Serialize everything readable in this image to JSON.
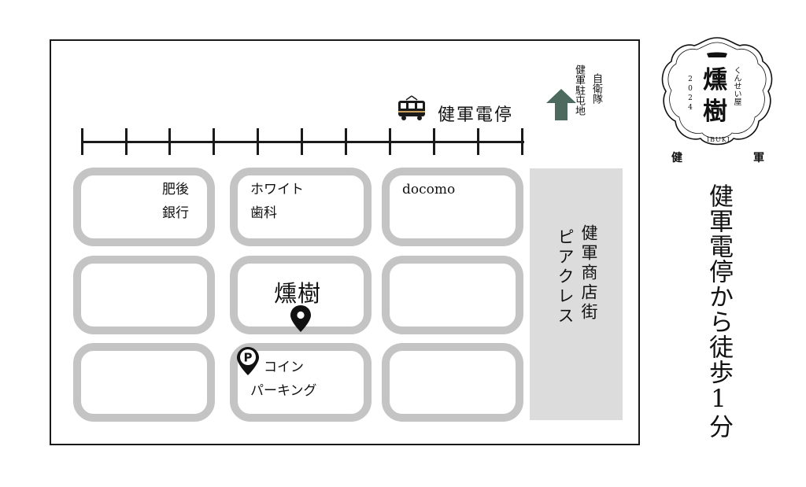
{
  "map": {
    "tram_stop": "健軍電停",
    "kengun_base": "健軍駐屯地",
    "sdf": "自衛隊",
    "blocks": [
      {
        "row": 1,
        "col": 1,
        "label_line1": "肥後",
        "label_line2": "銀行"
      },
      {
        "row": 1,
        "col": 2,
        "label_line1": "ホワイト",
        "label_line2": "歯科"
      },
      {
        "row": 1,
        "col": 3,
        "label_line1": "docomo",
        "label_line2": ""
      },
      {
        "row": 2,
        "col": 1,
        "label_line1": "",
        "label_line2": ""
      },
      {
        "row": 2,
        "col": 2,
        "label_line1": "",
        "label_line2": ""
      },
      {
        "row": 2,
        "col": 3,
        "label_line1": "",
        "label_line2": ""
      },
      {
        "row": 3,
        "col": 1,
        "label_line1": "",
        "label_line2": ""
      },
      {
        "row": 3,
        "col": 2,
        "label_line1": "",
        "label_line2": ""
      },
      {
        "row": 3,
        "col": 3,
        "label_line1": "",
        "label_line2": ""
      }
    ],
    "arcade_line1": "健軍商店街",
    "arcade_line2": "ピアクレス",
    "shop": "燻樹",
    "parking_symbol": "P",
    "parking_line1": "コイン",
    "parking_line2": "パーキング"
  },
  "logo": {
    "main_char1": "燻",
    "main_char2": "樹",
    "reading": "くんせい屋",
    "year": "2024",
    "romaji": "IBUKI",
    "left_char": "健",
    "right_char": "軍"
  },
  "walk": "健軍電停から徒歩1分",
  "colors": {
    "block_border": "#c4c4c4",
    "arcade": "#dcdcdc",
    "arrow": "#4c6b5e",
    "ink": "#1a1a1a"
  },
  "icons": {
    "tram": "tram-icon",
    "arrow": "up-arrow-icon",
    "shop_pin": "map-pin-icon",
    "parking_pin": "parking-pin-icon"
  }
}
